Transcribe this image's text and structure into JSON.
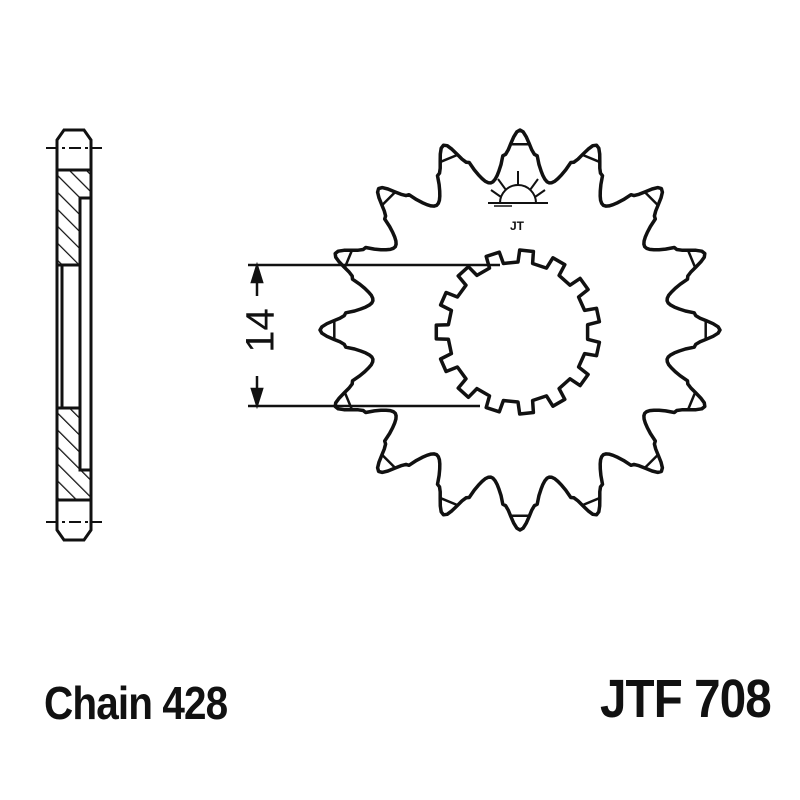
{
  "diagram": {
    "type": "sprocket-technical-drawing",
    "chain_label": "Chain 428",
    "part_number": "JTF 708",
    "dimension_label": "14",
    "logo_text": "JT",
    "sprocket": {
      "outer_teeth": 16,
      "inner_spline_teeth": 15,
      "line_color": "#111111",
      "background": "#ffffff"
    },
    "icons": [
      "sun-logo-icon",
      "dimension-arrow-up-icon",
      "dimension-arrow-down-icon"
    ]
  }
}
